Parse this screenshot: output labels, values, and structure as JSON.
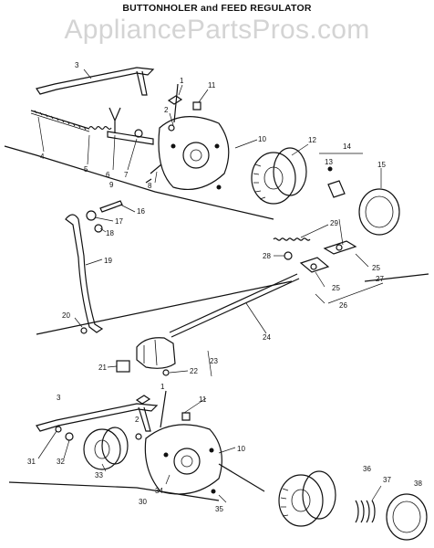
{
  "title": "BUTTONHOLER and FEED REGULATOR",
  "watermark": "AppliancePartsPros.com",
  "labels": [
    "1",
    "2",
    "3",
    "4",
    "5",
    "6",
    "7",
    "8",
    "9",
    "10",
    "11",
    "12",
    "13",
    "14",
    "15",
    "16",
    "17",
    "18",
    "19",
    "20",
    "21",
    "22",
    "23",
    "24",
    "25",
    "26",
    "27",
    "28",
    "29",
    "30",
    "31",
    "32",
    "33",
    "34",
    "35",
    "36",
    "37",
    "38"
  ]
}
